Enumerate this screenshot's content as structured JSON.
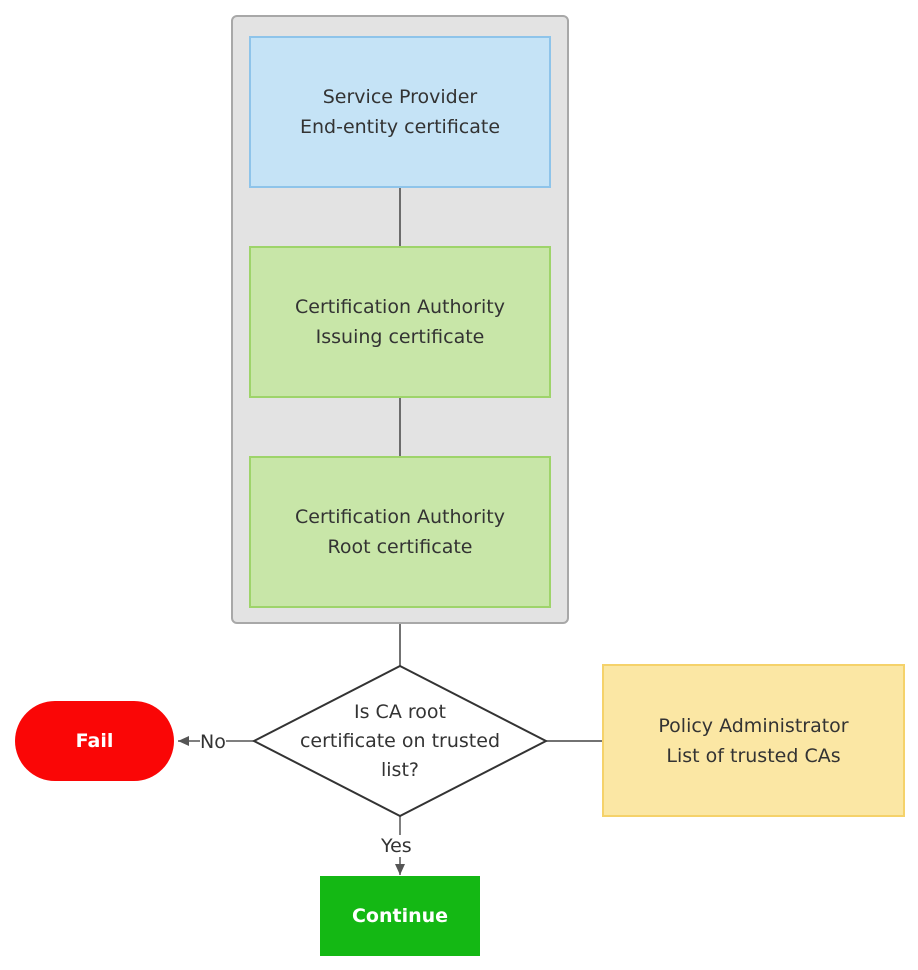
{
  "nodes": {
    "service_provider": {
      "line1": "Service Provider",
      "line2": "End-entity certificate",
      "fill": "#c5e3f6"
    },
    "issuing_ca": {
      "line1": "Certification Authority",
      "line2": "Issuing certificate",
      "fill": "#c8e6a8"
    },
    "root_ca": {
      "line1": "Certification Authority",
      "line2": "Root certificate",
      "fill": "#c8e6a8"
    },
    "decision": {
      "line1": "Is CA root",
      "line2": "certificate on trusted",
      "line3": "list?"
    },
    "policy_admin": {
      "line1": "Policy Administrator",
      "line2": "List of trusted CAs",
      "fill": "#fbe7a4"
    },
    "fail": {
      "label": "Fail",
      "fill": "#fa0606"
    },
    "continue": {
      "label": "Continue",
      "fill": "#14b814"
    }
  },
  "edges": {
    "no_label": "No",
    "yes_label": "Yes"
  }
}
